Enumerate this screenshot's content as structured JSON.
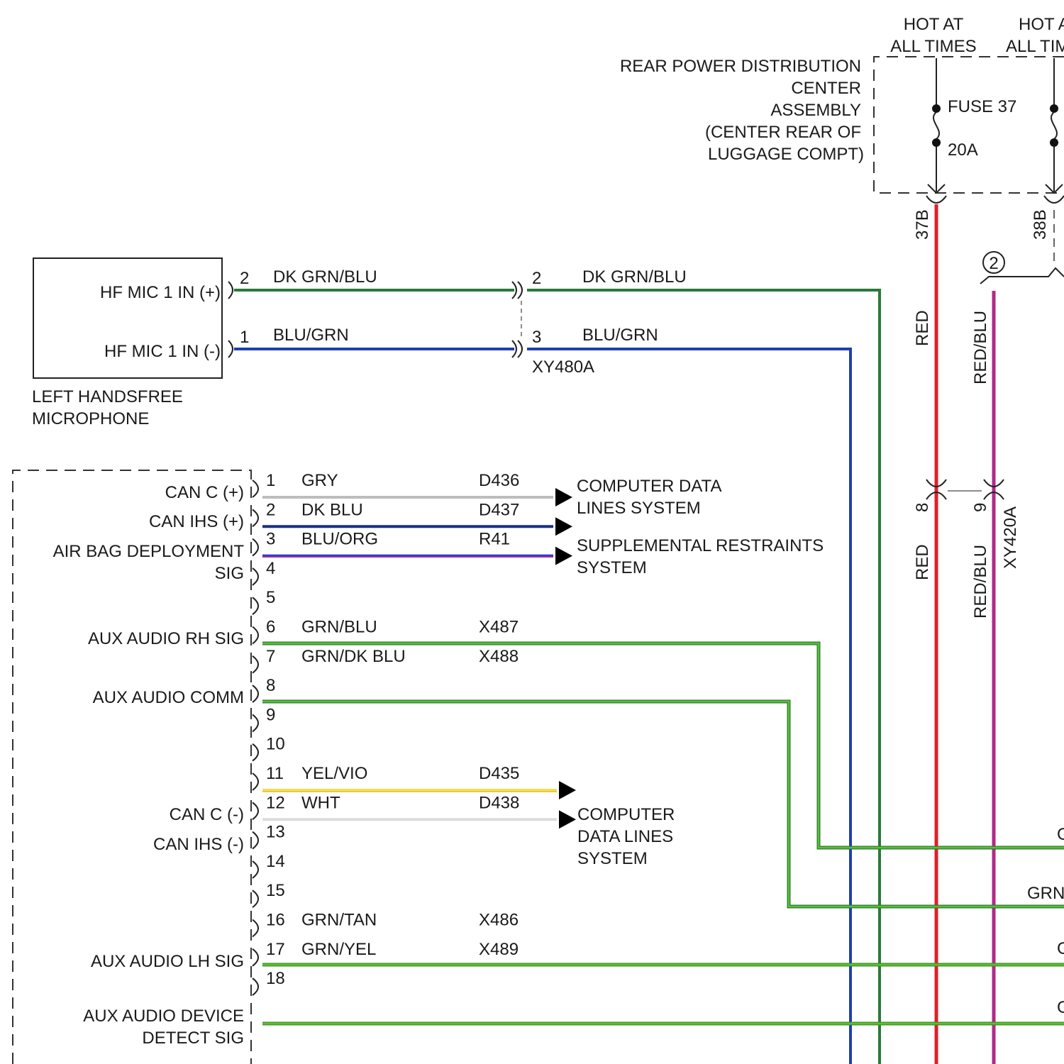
{
  "power_center": {
    "hot1": [
      "HOT AT",
      "ALL TIMES"
    ],
    "hot2": [
      "HOT A",
      "ALL TIM"
    ],
    "title": [
      "REAR POWER DISTRIBUTION",
      "CENTER",
      "ASSEMBLY",
      "(CENTER REAR OF",
      "LUGGAGE COMPT)"
    ],
    "fuse_name": "FUSE 37",
    "fuse_rating": "20A",
    "cav1": "37B",
    "cav2": "38B",
    "splice_ref": "2"
  },
  "microphone": {
    "pin_pos": "HF MIC 1 IN (+)",
    "pin_neg": "HF MIC 1 IN (-)",
    "name": [
      "LEFT HANDSFREE",
      "MICROPHONE"
    ],
    "pin_pos_num": "2",
    "pin_neg_num": "1",
    "wire_pos": "DK GRN/BLU",
    "wire_neg": "BLU/GRN"
  },
  "inline_connector": {
    "id": "XY480A",
    "pin_a": "2",
    "pin_b": "3",
    "wire_a": "DK GRN/BLU",
    "wire_b": "BLU/GRN"
  },
  "right_side": {
    "wire_red": "RED",
    "wire_red_blu": "RED/BLU",
    "pin_8": "8",
    "pin_9": "9",
    "connector": "XY420A",
    "wire_red_lower": "RED",
    "wire_red_blu_lower": "RED/BLU",
    "cut_labels": [
      "G",
      "GRN",
      "G",
      "G"
    ]
  },
  "module_pins": [
    {
      "num": "1",
      "wire": "GRY",
      "circuit": "D436",
      "label": "CAN C (+)"
    },
    {
      "num": "2",
      "wire": "DK BLU",
      "circuit": "D437",
      "label": "CAN IHS (+)"
    },
    {
      "num": "3",
      "wire": "BLU/ORG",
      "circuit": "R41",
      "label": "AIR BAG DEPLOYMENT"
    },
    {
      "num": "4",
      "wire": "",
      "circuit": "",
      "label": "SIG"
    },
    {
      "num": "5",
      "wire": "",
      "circuit": "",
      "label": ""
    },
    {
      "num": "6",
      "wire": "GRN/BLU",
      "circuit": "X487",
      "label": "AUX AUDIO RH SIG"
    },
    {
      "num": "7",
      "wire": "GRN/DK BLU",
      "circuit": "X488",
      "label": "AUX AUDIO COMM"
    },
    {
      "num": "8",
      "wire": "",
      "circuit": "",
      "label": ""
    },
    {
      "num": "9",
      "wire": "",
      "circuit": "",
      "label": ""
    },
    {
      "num": "10",
      "wire": "",
      "circuit": "",
      "label": ""
    },
    {
      "num": "11",
      "wire": "YEL/VIO",
      "circuit": "D435",
      "label": "CAN C (-)"
    },
    {
      "num": "12",
      "wire": "WHT",
      "circuit": "D438",
      "label": "CAN IHS (-)"
    },
    {
      "num": "13",
      "wire": "",
      "circuit": "",
      "label": ""
    },
    {
      "num": "14",
      "wire": "",
      "circuit": "",
      "label": ""
    },
    {
      "num": "15",
      "wire": "",
      "circuit": "",
      "label": ""
    },
    {
      "num": "16",
      "wire": "GRN/TAN",
      "circuit": "X486",
      "label": "AUX AUDIO LH SIG"
    },
    {
      "num": "17",
      "wire": "GRN/YEL",
      "circuit": "X489",
      "label": "AUX AUDIO DEVICE"
    },
    {
      "num": "18",
      "wire": "",
      "circuit": "",
      "label": "DETECT SIG"
    }
  ],
  "destinations": {
    "cdl_top": [
      "COMPUTER DATA",
      "LINES SYSTEM"
    ],
    "srs": [
      "SUPPLEMENTAL RESTRAINTS",
      "SYSTEM"
    ],
    "cdl_bottom": [
      "COMPUTER",
      "DATA LINES",
      "SYSTEM"
    ]
  },
  "colors": {
    "dk_grn_blu": "#2a7a3a",
    "blu_grn": "#1f3fb0",
    "red": "#e0202a",
    "red_blu": "#b02a8a",
    "gry": "#bdbdbd",
    "dk_blu": "#1a2f8a",
    "blu_org": "#3a3ad0",
    "grn": "#5bbf2e",
    "yel": "#f5e04a",
    "wht": "#dcdcdc"
  }
}
